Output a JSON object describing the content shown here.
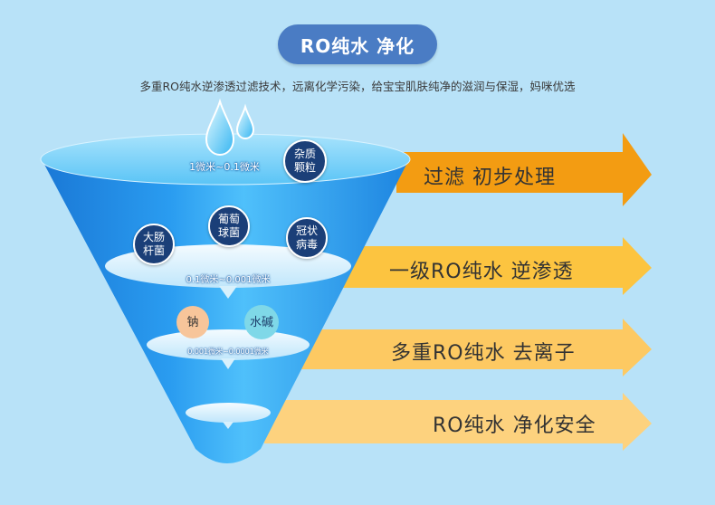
{
  "header": {
    "title": "RO纯水 净化",
    "subtitle": "多重RO纯水逆渗透过滤技术，远离化学污染，给宝宝肌肤纯净的滋润与保湿，妈咪优选"
  },
  "funnel": {
    "layer1_label": "1微米~0.1微米",
    "layer2_label": "0.1微米~0.001微米",
    "layer3_label": "0.001微米~0.0001微米"
  },
  "badges": {
    "impurity": [
      "杂质",
      "颗粒"
    ],
    "staph": [
      "葡萄",
      "球菌"
    ],
    "ecoli": [
      "大肠",
      "杆菌"
    ],
    "corona": [
      "冠状",
      "病毒"
    ],
    "sodium": "钠",
    "alkali": "水碱"
  },
  "stages": [
    {
      "label": "过滤  初步处理",
      "color": "#f39c12"
    },
    {
      "label": "一级RO纯水  逆渗透",
      "color": "#fcc440"
    },
    {
      "label": "多重RO纯水  去离子",
      "color": "#fdc962"
    },
    {
      "label": "RO纯水  净化安全",
      "color": "#fdd27e"
    }
  ],
  "colors": {
    "funnel_dark": "#1a78d6",
    "funnel_light": "#7cd0f8",
    "badge_dark": "#1b3f78",
    "sodium": "#f7c59a",
    "alkali": "#7fd8e8"
  }
}
